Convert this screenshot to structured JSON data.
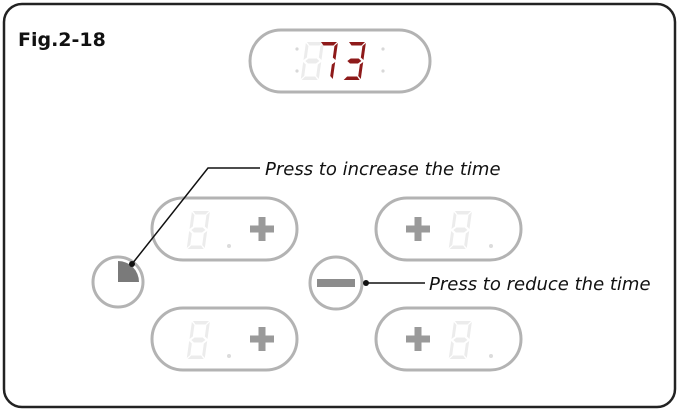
{
  "figure": {
    "label": "Fig.2-18",
    "display_value": "73",
    "callouts": {
      "increase": "Press to increase the time",
      "reduce": "Press to reduce the time"
    }
  },
  "colors": {
    "frame": "#222222",
    "control_outline": "#b3b3b3",
    "plus_symbol": "#9a9a9a",
    "minus_symbol": "#8c8c8c",
    "timer_fill": "#7a7a7a",
    "digit_lit": "#8e1a1a",
    "digit_unlit": "#ececec"
  },
  "icons": {
    "timer": "quarter-filled-circle-icon",
    "plus": "plus-icon",
    "minus": "minus-icon",
    "digit": "seven-segment-digit-icon"
  }
}
